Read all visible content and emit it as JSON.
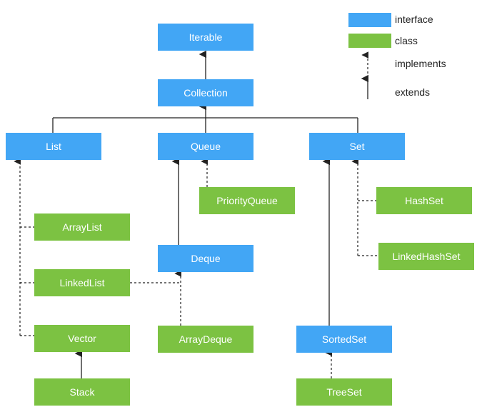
{
  "colors": {
    "interface": "#42a6f5",
    "class": "#7cc242",
    "line": "#222222"
  },
  "nodes": {
    "iterable": {
      "label": "Iterable",
      "kind": "interface"
    },
    "collection": {
      "label": "Collection",
      "kind": "interface"
    },
    "list": {
      "label": "List",
      "kind": "interface"
    },
    "queue": {
      "label": "Queue",
      "kind": "interface"
    },
    "set": {
      "label": "Set",
      "kind": "interface"
    },
    "priority_queue": {
      "label": "PriorityQueue",
      "kind": "class"
    },
    "array_list": {
      "label": "ArrayList",
      "kind": "class"
    },
    "linked_list": {
      "label": "LinkedList",
      "kind": "class"
    },
    "vector": {
      "label": "Vector",
      "kind": "class"
    },
    "stack": {
      "label": "Stack",
      "kind": "class"
    },
    "deque": {
      "label": "Deque",
      "kind": "interface"
    },
    "array_deque": {
      "label": "ArrayDeque",
      "kind": "class"
    },
    "hash_set": {
      "label": "HashSet",
      "kind": "class"
    },
    "linked_hash_set": {
      "label": "LinkedHashSet",
      "kind": "class"
    },
    "sorted_set": {
      "label": "SortedSet",
      "kind": "interface"
    },
    "tree_set": {
      "label": "TreeSet",
      "kind": "class"
    }
  },
  "legend": {
    "interface": "interface",
    "class": "class",
    "implements": "implements",
    "extends": "extends"
  }
}
